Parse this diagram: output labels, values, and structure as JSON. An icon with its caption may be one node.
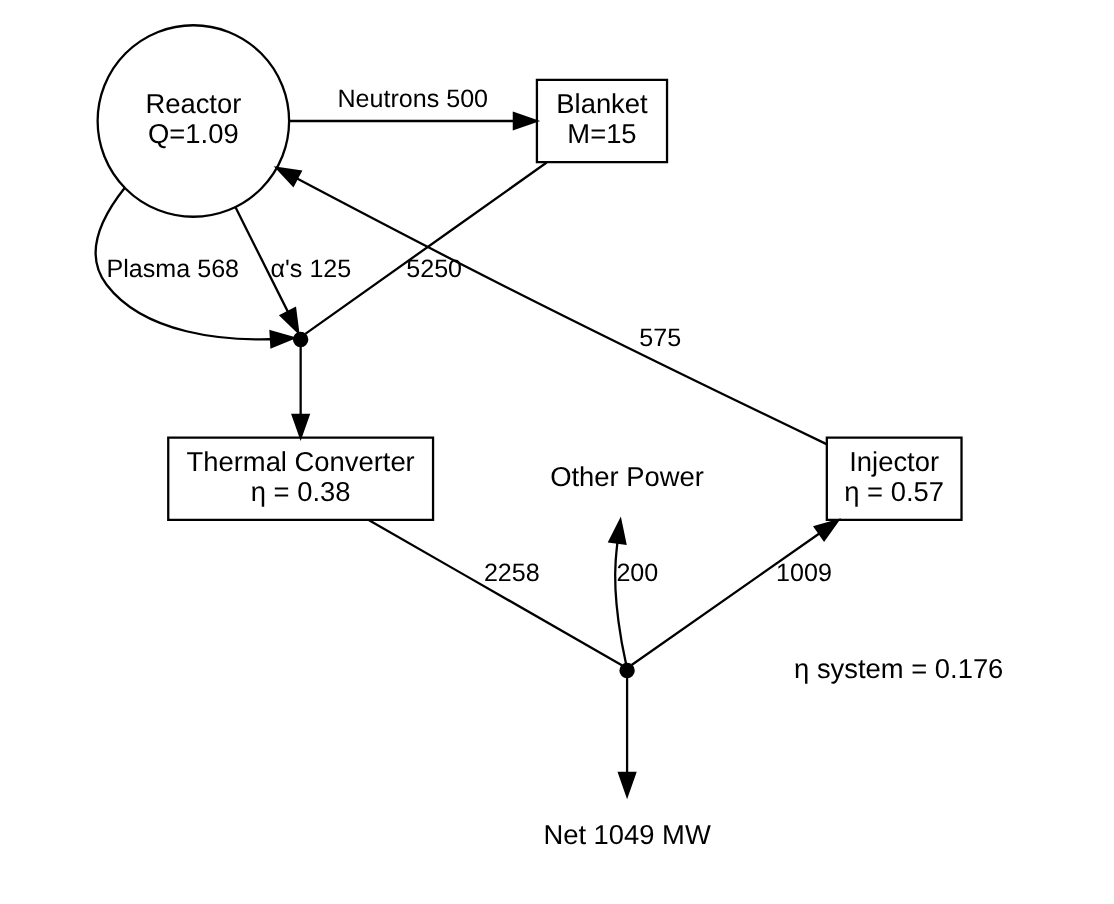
{
  "diagram": {
    "nodes": [
      {
        "text": [
          "Reactor",
          "Q=1.09"
        ]
      },
      {
        "text": [
          "Blanket",
          "M=15"
        ]
      },
      {
        "text": [],
        "shape": "dot"
      },
      {
        "text": [
          "Injector",
          "η = 0.57"
        ]
      },
      {
        "text": [
          "Other Power"
        ]
      },
      {
        "text": [
          "Thermal Converter",
          "η = 0.38"
        ]
      },
      {
        "text": [],
        "shape": "dot"
      },
      {
        "text": [
          "Net 1049 MW"
        ]
      }
    ],
    "edges": [
      {
        "from": 0,
        "to": 1,
        "arrow": "to",
        "label": "Neutrons 500"
      },
      {
        "from": 0,
        "to": 2,
        "arrow": "to",
        "label": "α's 125"
      },
      {
        "from": 0,
        "to": 2,
        "arrow": "to",
        "label": "Plasma 568"
      },
      {
        "from": 1,
        "to": 2,
        "arrow": "none",
        "label": "5250"
      },
      {
        "from": 2,
        "to": 5,
        "arrow": "to"
      },
      {
        "from": 5,
        "to": 6,
        "arrow": "none",
        "label": "2258"
      },
      {
        "from": 6,
        "to": 3,
        "arrow": "to",
        "label": "1009"
      },
      {
        "from": 6,
        "to": 4,
        "arrow": "to",
        "label": "200"
      },
      {
        "from": 6,
        "to": 7,
        "arrow": "to"
      },
      {
        "from": 3,
        "to": 0,
        "arrow": "to",
        "label": "575"
      }
    ],
    "labels": [
      "η system = 0.176"
    ]
  }
}
